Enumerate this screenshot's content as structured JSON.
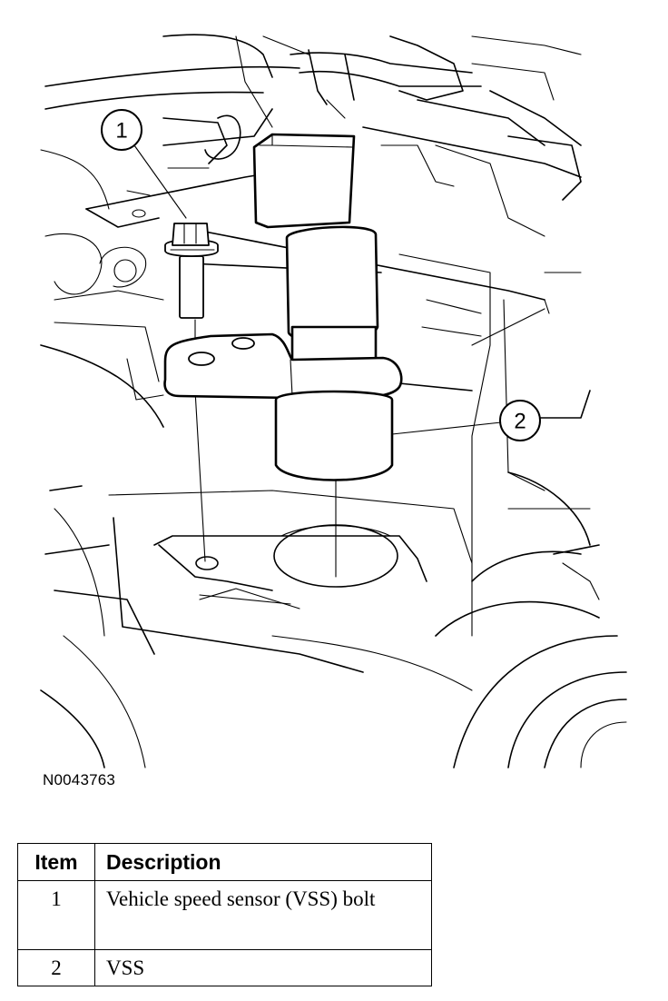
{
  "figure": {
    "id": "N0043763",
    "callouts": [
      "1",
      "2"
    ]
  },
  "legend": {
    "headers": {
      "item": "Item",
      "description": "Description"
    },
    "rows": [
      {
        "item": "1",
        "description": "Vehicle speed sensor (VSS) bolt"
      },
      {
        "item": "2",
        "description": "VSS"
      }
    ]
  }
}
